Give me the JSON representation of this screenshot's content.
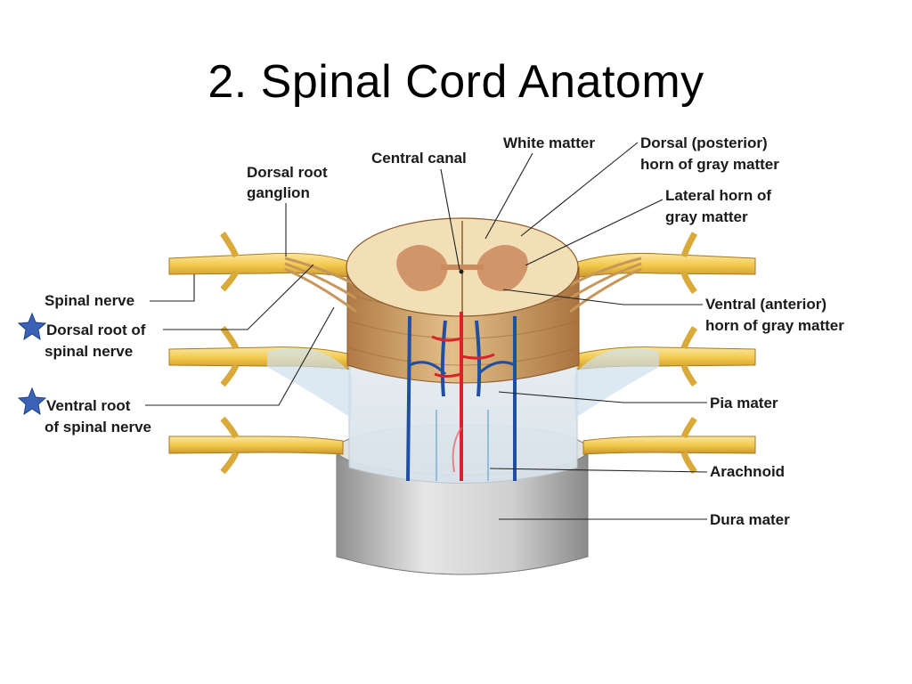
{
  "slide": {
    "title": "2.  Spinal Cord Anatomy"
  },
  "colors": {
    "nerve": "#f2c84b",
    "gray_matter": "#c98a5c",
    "white_matter": "#f3dfb6",
    "vein": "#1f4fa3",
    "artery": "#d8232a",
    "dura": "#c9c9c9",
    "star": "#3a63b8"
  },
  "labels": {
    "white_matter": "White matter",
    "central_canal": "Central canal",
    "dorsal_root_ganglion": [
      "Dorsal root",
      "ganglion"
    ],
    "dorsal_horn": [
      "Dorsal (posterior)",
      "horn of gray matter"
    ],
    "lateral_horn": [
      "Lateral horn of",
      "gray matter"
    ],
    "spinal_nerve": "Spinal nerve",
    "dorsal_root": [
      "Dorsal root of",
      "spinal nerve"
    ],
    "ventral_horn": [
      "Ventral (anterior)",
      "horn of gray matter"
    ],
    "ventral_root": [
      "Ventral root",
      "of spinal nerve"
    ],
    "pia_mater": "Pia mater",
    "arachnoid": "Arachnoid",
    "dura_mater": "Dura mater"
  }
}
